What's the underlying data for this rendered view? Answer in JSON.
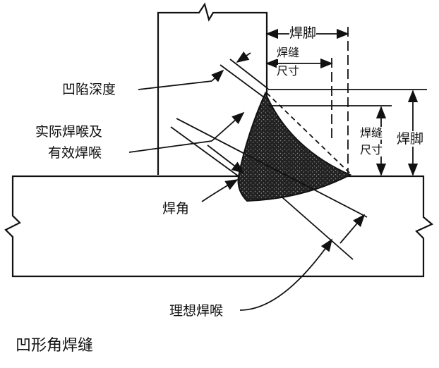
{
  "labels": {
    "leg_top": "焊脚",
    "size_top_1": "焊缝",
    "size_top_2": "尺寸",
    "concavity": "凹陷深度",
    "actual_throat_1": "实际焊喉及",
    "actual_throat_2": "有效焊喉",
    "toe": "焊角",
    "size_right_1": "焊缝",
    "size_right_2": "尺寸",
    "leg_right": "焊脚",
    "ideal_throat": "理想焊喉"
  },
  "title": "凹形角焊缝",
  "colors": {
    "line": "#111111",
    "weld": "#2a2a2a",
    "background": "#ffffff"
  }
}
